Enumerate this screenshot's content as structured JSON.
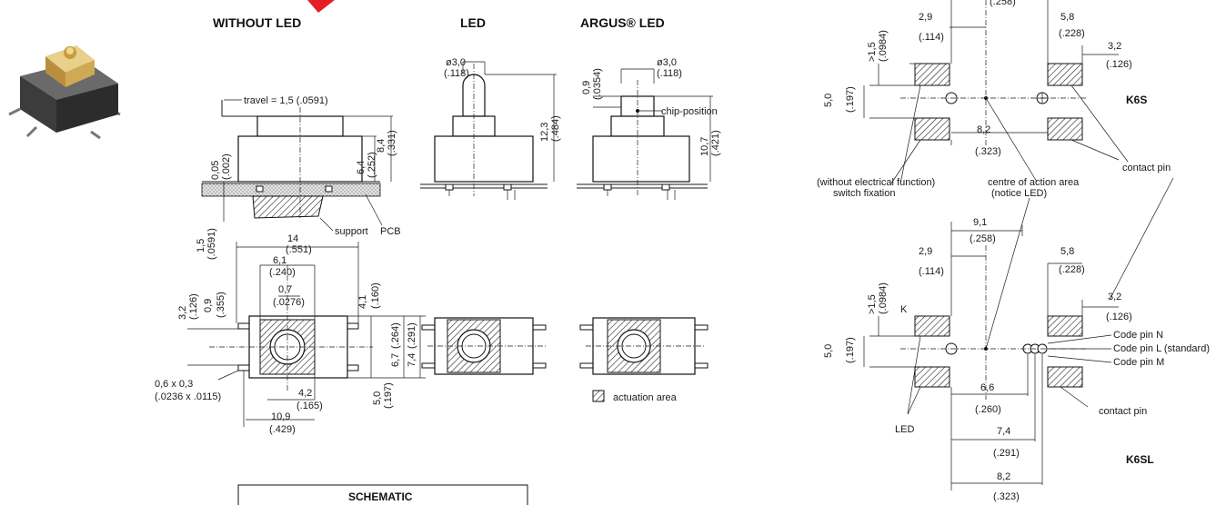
{
  "headings": {
    "without_led": "WITHOUT LED",
    "led": "LED",
    "argus_led": "ARGUS® LED",
    "schematic": "SCHEMATIC",
    "k6s": "K6S",
    "k6sl": "K6SL"
  },
  "side_view": {
    "travel": "travel = 1,5 (.0591)",
    "d005": "0,05",
    "d005i": "(.002)",
    "d15": "1,5",
    "d15i": "(.0591)",
    "d64": "6,4",
    "d64i": "(.252)",
    "d84": "8,4",
    "d84i": "(.331)",
    "support": "support",
    "pcb": "PCB"
  },
  "led_view": {
    "dia": "ø3,0",
    "diai": "(.118)",
    "h": "12,3",
    "hi": "(.484)"
  },
  "argus_view": {
    "d09": "0,9",
    "d09i": "(.0354)",
    "dia": "ø3,0",
    "diai": "(.118)",
    "chip": "chip-position",
    "h": "10,7",
    "hi": "(.421)"
  },
  "top_view": {
    "w14": "14",
    "w14i": "(.551)",
    "w61": "6,1",
    "w61i": "(.240)",
    "w07": "0,7",
    "w07i": "(.0276)",
    "h32": "3,2",
    "h32i": "(.126)",
    "h09": "0,9",
    "h09i": "(.355)",
    "h41": "4,1",
    "h41i": "(.160)",
    "h67": "6,7",
    "h67i": "(.264)",
    "h74": "7,4",
    "h74i": "(.291)",
    "h50": "5,0",
    "h50i": "(.197)",
    "pin": "0,6 x 0,3",
    "pini": "(.0236 x .0115)",
    "w42": "4,2",
    "w42i": "(.165)",
    "w109": "10,9",
    "w109i": "(.429)",
    "actuation": "actuation area"
  },
  "k6s": {
    "top_partial": "(.258)",
    "d29": "2,9",
    "d29i": "(.114)",
    "d58": "5,8",
    "d58i": "(.228)",
    "d32": "3,2",
    "d32i": "(.126)",
    "d15": ">1,5",
    "d15i": "(.0984)",
    "d50": "5,0",
    "d50i": "(.197)",
    "d82": "8,2",
    "d82i": "(.323)",
    "note1": "(without electrical function)",
    "note2": "switch fixation",
    "note3": "centre of action area",
    "note4": "(notice LED)",
    "contact": "contact pin"
  },
  "k6sl": {
    "d91": "9,1",
    "d91i": "(.258)",
    "d29": "2,9",
    "d29i": "(.114)",
    "d58": "5,8",
    "d58i": "(.228)",
    "d32": "3,2",
    "d32i": "(.126)",
    "d15": ">1,5",
    "d15i": "(.0984)",
    "k": "K",
    "d50": "5,0",
    "d50i": "(.197)",
    "code_n": "Code pin N",
    "code_l": "Code pin L (standard)",
    "code_m": "Code pin M",
    "d66": "6,6",
    "d66i": "(.260)",
    "d74": "7,4",
    "d74i": "(.291)",
    "d82": "8,2",
    "d82i": "(.323)",
    "led": "LED",
    "contact": "contact pin"
  }
}
